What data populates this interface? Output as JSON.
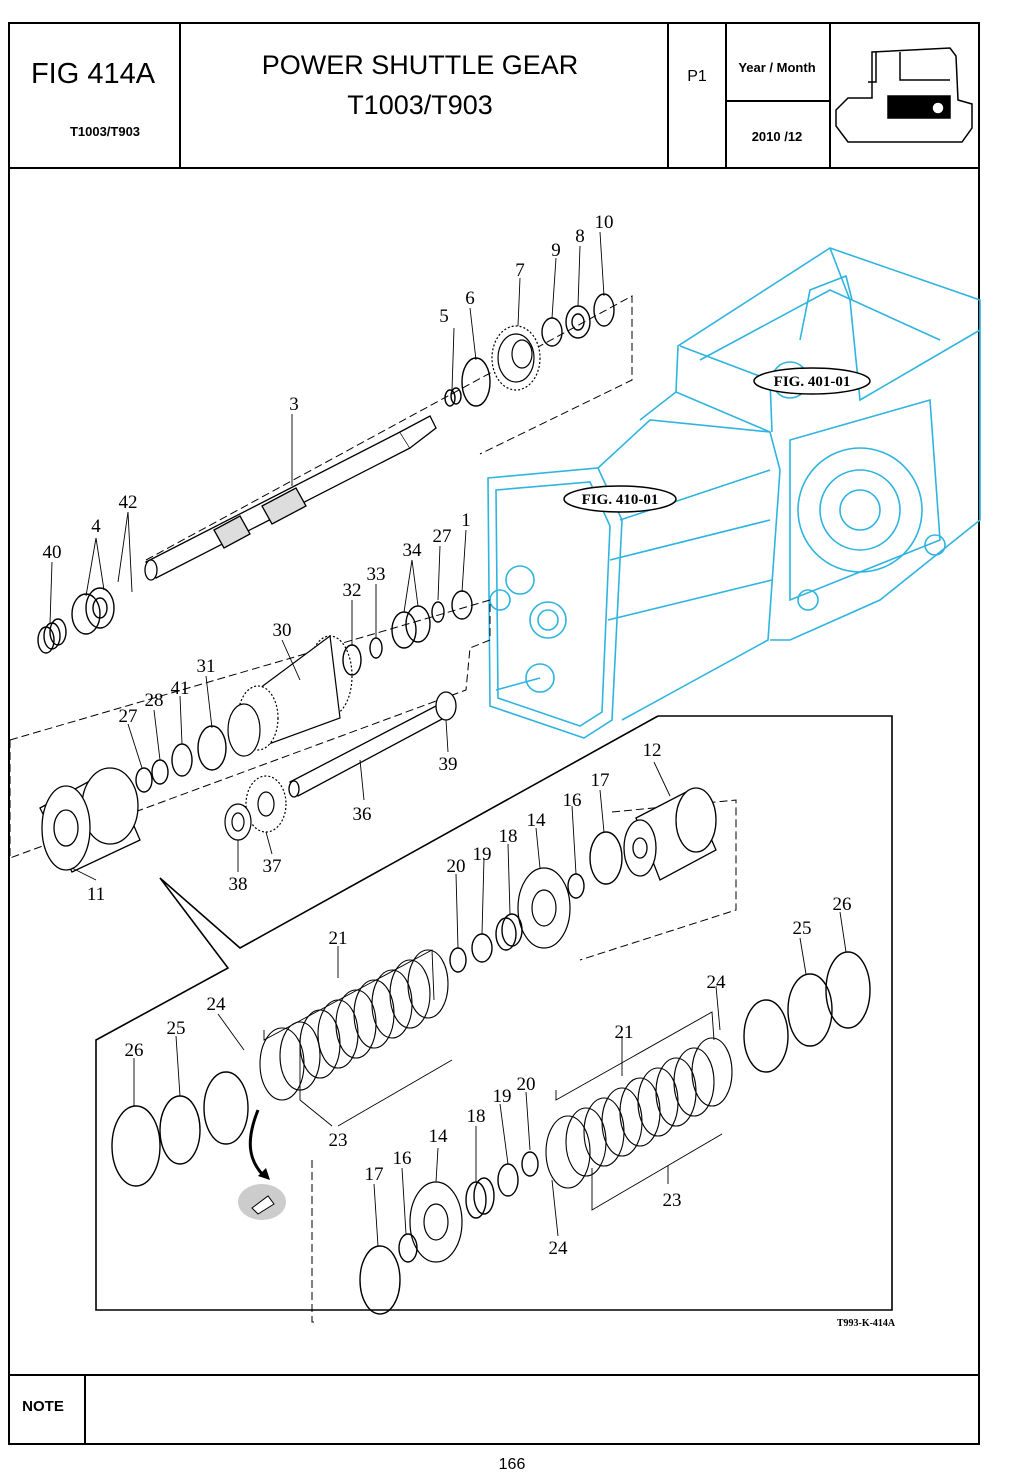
{
  "header": {
    "fig_code": "FIG 414A",
    "fig_model": "T1003/T903",
    "title_line1": "POWER SHUTTLE GEAR",
    "title_line2": "T1003/T903",
    "page_label": "P1",
    "year_month_label": "Year / Month",
    "year_month_value": "2010 /12"
  },
  "diagram": {
    "references": [
      "FIG. 401-01",
      "FIG. 410-01"
    ],
    "drawing_code": "T993-K-414A",
    "callouts": {
      "c1": "1",
      "c3": "3",
      "c4": "4",
      "c5": "5",
      "c6": "6",
      "c7": "7",
      "c8": "8",
      "c9": "9",
      "c10": "10",
      "c11": "11",
      "c12": "12",
      "c14a": "14",
      "c14b": "14",
      "c16a": "16",
      "c16b": "16",
      "c17a": "17",
      "c17b": "17",
      "c18a": "18",
      "c18b": "18",
      "c19a": "19",
      "c19b": "19",
      "c20a": "20",
      "c20b": "20",
      "c21a": "21",
      "c21b": "21",
      "c23a": "23",
      "c23b": "23",
      "c24a": "24",
      "c24b": "24",
      "c24c": "24",
      "c25a": "25",
      "c25b": "25",
      "c26a": "26",
      "c26b": "26",
      "c27a": "27",
      "c27b": "27",
      "c28": "28",
      "c30": "30",
      "c31": "31",
      "c32": "32",
      "c33": "33",
      "c34": "34",
      "c36": "36",
      "c37": "37",
      "c38": "38",
      "c39": "39",
      "c40": "40",
      "c41": "41",
      "c42": "42"
    }
  },
  "footer": {
    "note_label": "NOTE",
    "page_number": "166"
  },
  "colors": {
    "housing": "#2fb4e0",
    "line": "#000000"
  }
}
